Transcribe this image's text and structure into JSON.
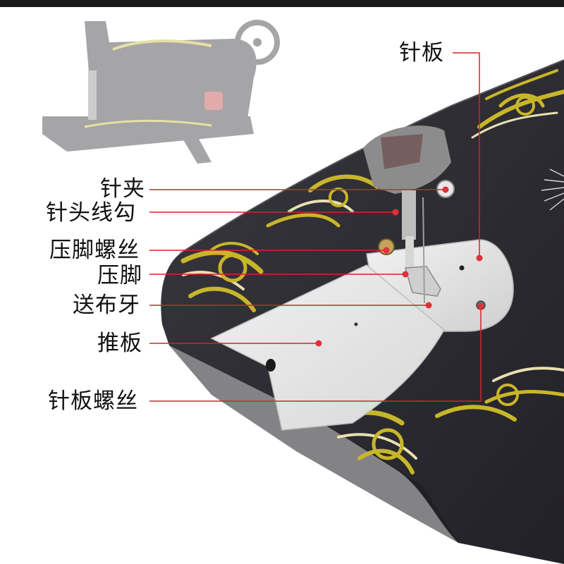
{
  "labels": {
    "needle_plate": "针板",
    "needle_clamp": "针夹",
    "needle_thread_hook": "针头线勾",
    "presser_foot_screw": "压脚螺丝",
    "presser_foot": "压脚",
    "feed_dog": "送布牙",
    "slide_plate": "推板",
    "needle_plate_screw": "针板螺丝"
  },
  "colors": {
    "leader_line": "#d4242a",
    "marker_dot": "#e0303a",
    "table_top": "#2b2a30",
    "gold_ornament": "#c8b62a",
    "steel_plate": "#e6e6e6"
  }
}
